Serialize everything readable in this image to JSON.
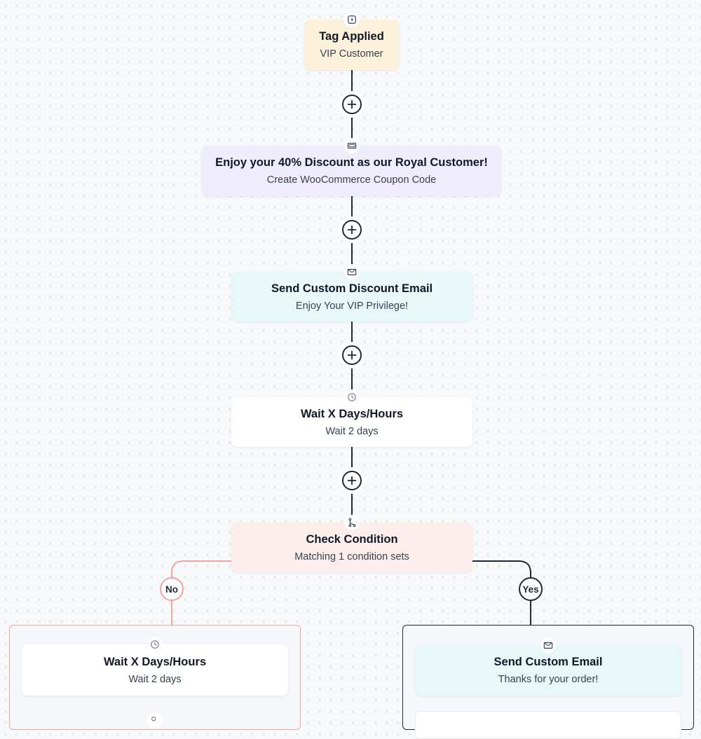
{
  "workflow": {
    "trigger": {
      "title": "Tag Applied",
      "subtitle": "VIP Customer",
      "icon": "lightning-icon"
    },
    "coupon": {
      "title": "Enjoy your 40% Discount as our Royal Customer!",
      "subtitle": "Create WooCommerce Coupon Code",
      "icon": "coupon-icon"
    },
    "discount_email": {
      "title": "Send Custom Discount Email",
      "subtitle": "Enjoy Your VIP Privilege!",
      "icon": "email-icon"
    },
    "wait": {
      "title": "Wait X Days/Hours",
      "subtitle": "Wait 2 days",
      "icon": "clock-icon"
    },
    "condition": {
      "title": "Check Condition",
      "subtitle": "Matching 1 condition sets",
      "icon": "branch-icon"
    },
    "branches": {
      "no": {
        "label": "No",
        "color": "#f4a3a3",
        "wait": {
          "title": "Wait X Days/Hours",
          "subtitle": "Wait 2 days",
          "icon": "clock-icon"
        }
      },
      "yes": {
        "label": "Yes",
        "color": "#1f2937",
        "email": {
          "title": "Send Custom Email",
          "subtitle": "Thanks for your order!",
          "icon": "email-icon"
        }
      }
    }
  },
  "colors": {
    "trigger_bg": "#fdf1dc",
    "coupon_bg": "#efedfb",
    "email_bg": "#e8f7f7",
    "wait_bg": "#ffffff",
    "condition_bg": "#fdeeeb",
    "connector": "#1f2937",
    "no_branch": "#f4a3a3"
  }
}
